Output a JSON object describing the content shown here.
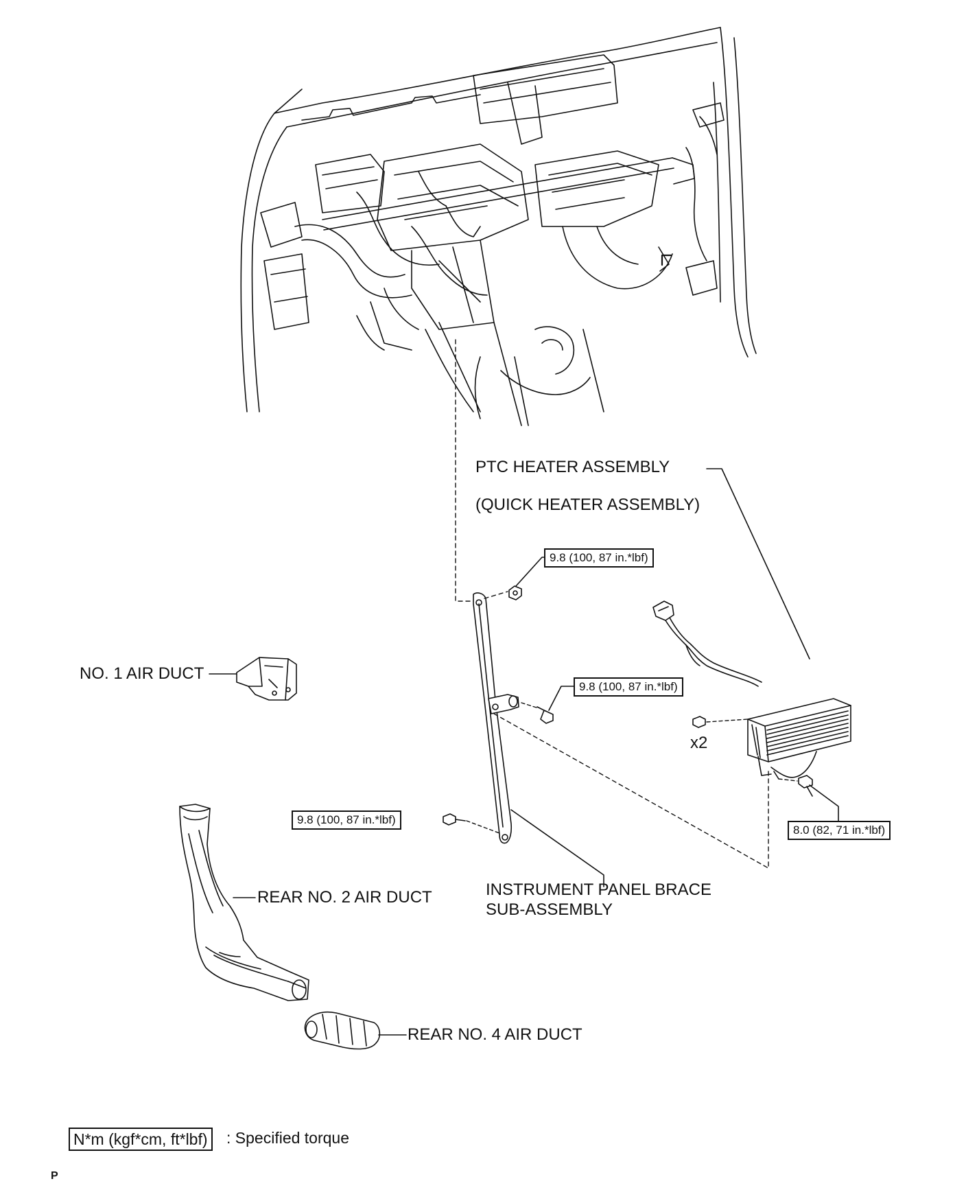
{
  "labels": {
    "ptc_heater_line1": "PTC HEATER ASSEMBLY",
    "ptc_heater_line2": "(QUICK HEATER ASSEMBLY)",
    "no1_air_duct": "NO. 1 AIR DUCT",
    "rear_no2_air_duct": "REAR NO. 2 AIR DUCT",
    "rear_no4_air_duct": "REAR NO. 4 AIR DUCT",
    "brace_line1": "INSTRUMENT PANEL BRACE",
    "brace_line2": "SUB-ASSEMBLY",
    "quantity": "x2"
  },
  "torques": {
    "top_nut": "9.8 (100, 87 in.*lbf)",
    "middle_bolt": "9.8 (100, 87 in.*lbf)",
    "lower_bolt": "9.8 (100, 87 in.*lbf)",
    "heater_bolt": "8.0 (82, 71 in.*lbf)"
  },
  "legend": {
    "unit_box": "N*m (kgf*cm, ft*lbf)",
    "description": ": Specified torque"
  },
  "corner_mark": "P"
}
